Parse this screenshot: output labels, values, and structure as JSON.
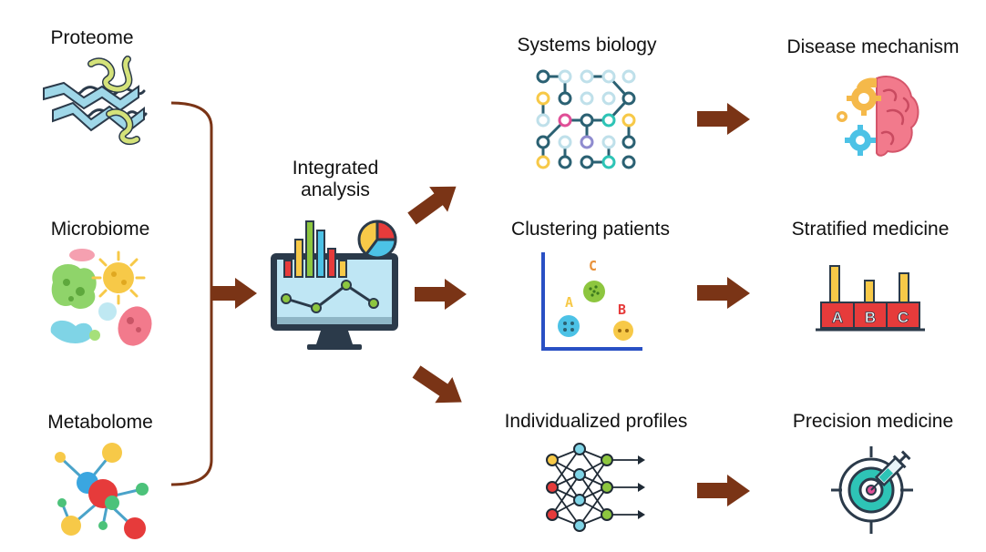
{
  "inputs": [
    {
      "label": "Proteome"
    },
    {
      "label": "Microbiome"
    },
    {
      "label": "Metabolome"
    }
  ],
  "center": {
    "label": "Integrated analysis"
  },
  "methods": [
    {
      "label": "Systems biology"
    },
    {
      "label": "Clustering patients"
    },
    {
      "label": "Individualized profiles"
    }
  ],
  "outcomes": [
    {
      "label": "Disease mechanism"
    },
    {
      "label": "Stratified medicine"
    },
    {
      "label": "Precision medicine"
    }
  ],
  "cluster_letters": [
    "A",
    "B",
    "C"
  ],
  "stratified_letters": [
    "A",
    "B",
    "C"
  ],
  "colors": {
    "arrow": "#7a3416",
    "outline": "#2b3a4a",
    "blue": "#4cc2e6",
    "green": "#8dc63f",
    "yellow": "#f7c948",
    "red": "#e63b3b",
    "pink": "#f28ca0",
    "teal": "#2ec4b6",
    "axis": "#2950c4"
  }
}
